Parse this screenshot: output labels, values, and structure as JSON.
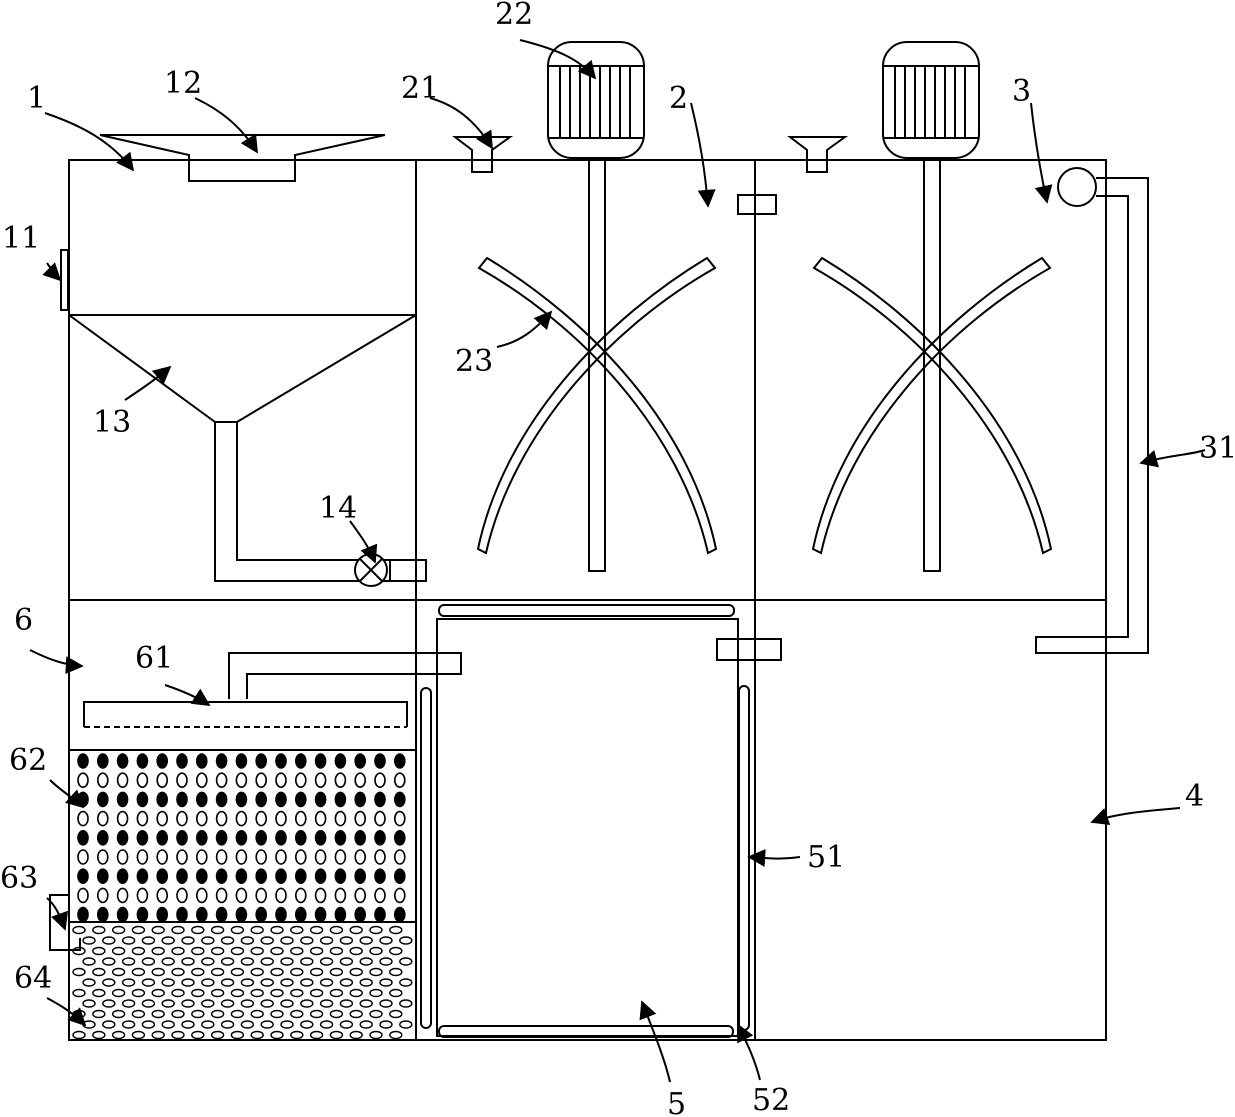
{
  "diagram": {
    "labels": {
      "l1": "1",
      "l11": "11",
      "l12": "12",
      "l13": "13",
      "l14": "14",
      "l2": "2",
      "l21": "21",
      "l22": "22",
      "l23": "23",
      "l3": "3",
      "l31": "31",
      "l4": "4",
      "l5": "5",
      "l51": "51",
      "l52": "52",
      "l6": "6",
      "l61": "61",
      "l62": "62",
      "l63": "63",
      "l64": "64"
    },
    "components": [
      {
        "id": "1",
        "name": "tank-1",
        "icon": "settling-tank"
      },
      {
        "id": "2",
        "name": "tank-2",
        "icon": "mixing-tank"
      },
      {
        "id": "3",
        "name": "tank-3",
        "icon": "mixing-tank"
      },
      {
        "id": "4",
        "name": "tank-4",
        "icon": "storage-tank"
      },
      {
        "id": "5",
        "name": "tank-5",
        "icon": "heating-tank"
      },
      {
        "id": "6",
        "name": "tank-6",
        "icon": "filter-tank"
      }
    ],
    "colors": {
      "line": "#000000",
      "background": "#ffffff"
    }
  }
}
